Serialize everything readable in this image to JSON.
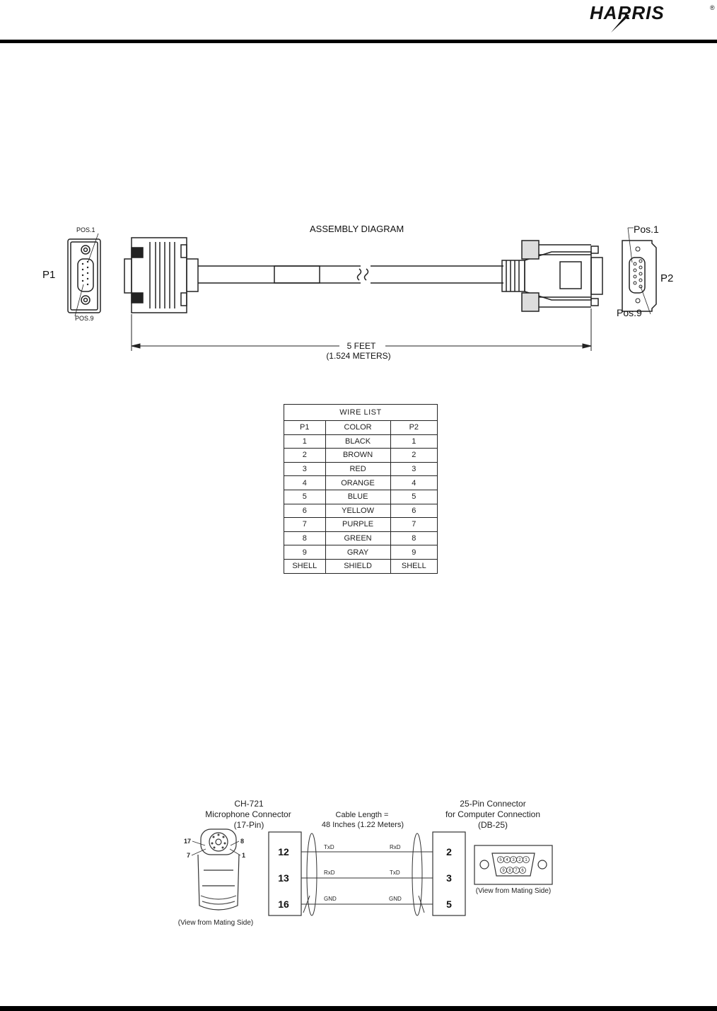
{
  "header": {
    "logo_text": "HARRIS",
    "logo_mark": "®"
  },
  "assembly": {
    "title": "ASSEMBLY DIAGRAM",
    "p1_label": "P1",
    "p2_label": "P2",
    "p1_pos1": "POS.1",
    "p1_pos9": "POS.9",
    "p2_pos1": "Pos.1",
    "p2_pos9": "Pos.9",
    "length_line1": "5 FEET",
    "length_line2": "(1.524 METERS)"
  },
  "wire_list": {
    "title": "WIRE  LIST",
    "headers": [
      "P1",
      "COLOR",
      "P2"
    ],
    "rows": [
      [
        "1",
        "BLACK",
        "1"
      ],
      [
        "2",
        "BROWN",
        "2"
      ],
      [
        "3",
        "RED",
        "3"
      ],
      [
        "4",
        "ORANGE",
        "4"
      ],
      [
        "5",
        "BLUE",
        "5"
      ],
      [
        "6",
        "YELLOW",
        "6"
      ],
      [
        "7",
        "PURPLE",
        "7"
      ],
      [
        "8",
        "GREEN",
        "8"
      ],
      [
        "9",
        "GRAY",
        "9"
      ],
      [
        "SHELL",
        "SHIELD",
        "SHELL"
      ]
    ]
  },
  "programming_cable": {
    "left_title_1": "CH-721",
    "left_title_2": "Microphone Connector",
    "left_title_3": "(17-Pin)",
    "middle_title_1": "Cable Length =",
    "middle_title_2": "48 Inches (1.22 Meters)",
    "right_title_1": "25-Pin Connector",
    "right_title_2": "for Computer Connection",
    "right_title_3": "(DB-25)",
    "pin_17": "17",
    "pin_8": "8",
    "pin_7": "7",
    "pin_1": "1",
    "left_view_note": "(View from Mating Side)",
    "right_view_note": "(View from Mating Side)",
    "db25_top_pins": [
      "5",
      "4",
      "3",
      "2",
      "1"
    ],
    "db25_bottom_pins": [
      "9",
      "8",
      "7",
      "6"
    ],
    "connections": [
      {
        "left_pin": "12",
        "left_signal": "TxD",
        "right_signal": "RxD",
        "right_pin": "2"
      },
      {
        "left_pin": "13",
        "left_signal": "RxD",
        "right_signal": "TxD",
        "right_pin": "3"
      },
      {
        "left_pin": "16",
        "left_signal": "GND",
        "right_signal": "GND",
        "right_pin": "5"
      }
    ]
  }
}
